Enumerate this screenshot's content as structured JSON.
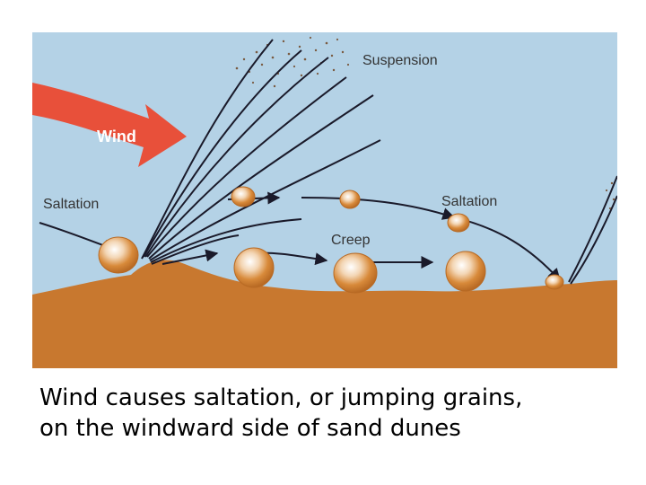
{
  "diagram": {
    "labels": {
      "suspension": "Suspension",
      "wind": "Wind",
      "saltation_left": "Saltation",
      "saltation_right": "Saltation",
      "creep": "Creep"
    },
    "colors": {
      "sky": "#b4d2e6",
      "ground": "#c8782f",
      "grain": "#d88a3a",
      "grain_highlight": "#ffffff",
      "wind_arrow": "#e8503a",
      "trajectory": "#1a1a2a"
    },
    "icons": {
      "wind_arrow": "curved-wind-arrow",
      "grain": "sand-grain"
    }
  },
  "caption": {
    "line1": "Wind causes saltation, or jumping grains,",
    "line2": "on the windward side of sand dunes"
  }
}
